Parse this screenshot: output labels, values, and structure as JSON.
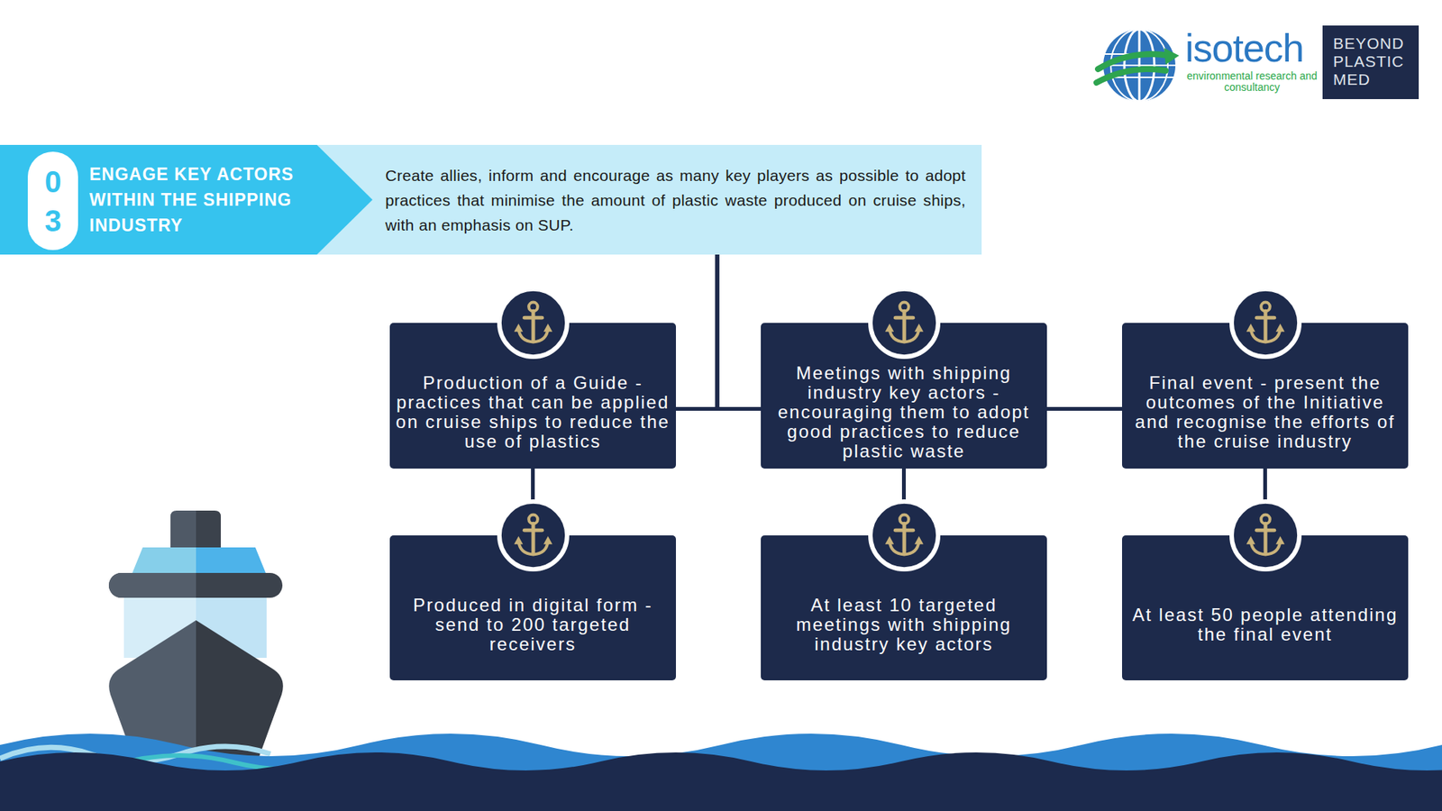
{
  "diagram": {
    "nodes": [
      {
        "text": [
          "03",
          "ENGAGE KEY ACTORS WITHIN THE SHIPPING INDUSTRY",
          "Create allies, inform and encourage as many key players as possible to adopt practices that minimise the amount of plastic waste produced on cruise ships, with an emphasis on SUP."
        ]
      },
      {
        "text": [
          "Production of a Guide - practices that can be applied on cruise ships to reduce the use of plastics"
        ]
      },
      {
        "text": [
          "Meetings with shipping industry key actors - encouraging them to adopt good practices to reduce plastic waste"
        ]
      },
      {
        "text": [
          "Final event - present the outcomes of the Initiative and recognise the efforts of the cruise industry"
        ]
      },
      {
        "text": [
          "Produced in digital form - send to 200 targeted receivers"
        ]
      },
      {
        "text": [
          "At least 10 targeted meetings with shipping industry key actors"
        ]
      },
      {
        "text": [
          "At least 50 people attending the final event"
        ]
      }
    ],
    "edges": [
      {
        "from": 0,
        "to": 1,
        "arrow": "none"
      },
      {
        "from": 0,
        "to": 2,
        "arrow": "none"
      },
      {
        "from": 0,
        "to": 3,
        "arrow": "none"
      },
      {
        "from": 1,
        "to": 4,
        "arrow": "none"
      },
      {
        "from": 2,
        "to": 5,
        "arrow": "none"
      },
      {
        "from": 3,
        "to": 6,
        "arrow": "none"
      }
    ],
    "labels": [
      "isotech",
      "environmental research and consultancy",
      "BEYOND PLASTIC MED"
    ]
  }
}
